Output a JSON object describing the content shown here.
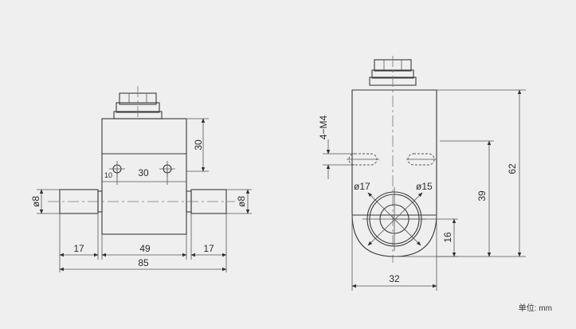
{
  "front_view": {
    "dim_height": "30",
    "dim_offset": "10",
    "dim_spacing": "30",
    "dim_left_shaft_dia": "ø8",
    "dim_right_shaft_dia": "ø8",
    "dim_left_shaft_len": "17",
    "dim_body_len": "49",
    "dim_right_shaft_len": "17",
    "dim_total_len": "85"
  },
  "side_view": {
    "dim_thread": "4−M4",
    "dim_outer_dia": "ø17",
    "dim_inner_dia": "ø15",
    "dim_center_height": "39",
    "dim_total_height": "62",
    "dim_radius": "16",
    "dim_width": "32"
  },
  "unit_label": "单位: mm"
}
